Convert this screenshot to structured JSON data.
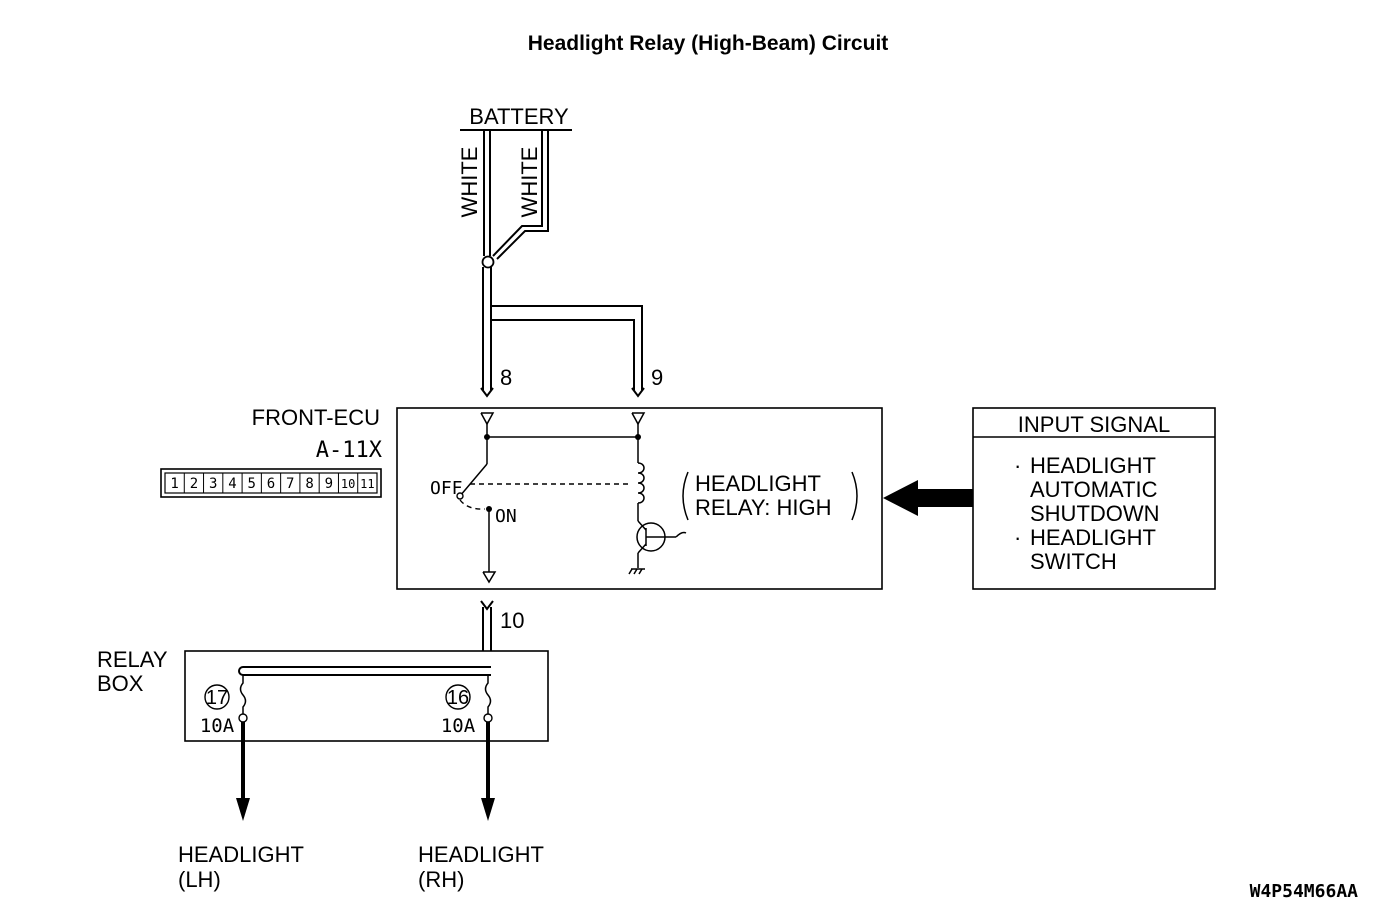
{
  "title": "Headlight Relay (High-Beam) Circuit",
  "battery": {
    "label": "BATTERY",
    "wire_left_color": "WHITE",
    "wire_right_color": "WHITE"
  },
  "ecu": {
    "name": "FRONT-ECU",
    "connector": "A-11X",
    "connector_pins": [
      "1",
      "2",
      "3",
      "4",
      "5",
      "6",
      "7",
      "8",
      "9",
      "10",
      "11"
    ],
    "terminal_8": "8",
    "terminal_9": "9",
    "terminal_10": "10",
    "switch_off": "OFF",
    "switch_on": "ON",
    "relay_line1": "HEADLIGHT",
    "relay_line2": "RELAY: HIGH"
  },
  "input_signal": {
    "header": "INPUT SIGNAL",
    "items": [
      {
        "bullet": "·",
        "line1": "HEADLIGHT",
        "line2": "AUTOMATIC",
        "line3": "SHUTDOWN"
      },
      {
        "bullet": "·",
        "line1": "HEADLIGHT",
        "line2": "SWITCH"
      }
    ]
  },
  "relay_box": {
    "line1": "RELAY",
    "line2": "BOX",
    "fuse_left": {
      "number": "17",
      "rating": "10A"
    },
    "fuse_right": {
      "number": "16",
      "rating": "10A"
    }
  },
  "outputs": {
    "left": {
      "line1": "HEADLIGHT",
      "line2": "(LH)"
    },
    "right": {
      "line1": "HEADLIGHT",
      "line2": "(RH)"
    }
  },
  "figure_code": "W4P54M66AA"
}
